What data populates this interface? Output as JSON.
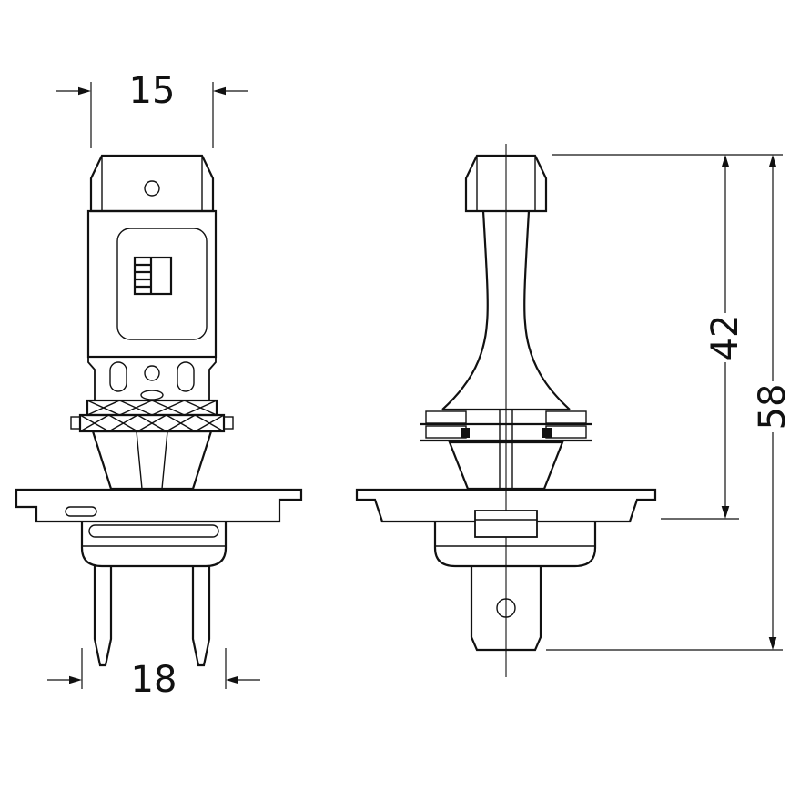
{
  "dims": {
    "cap_width": "15",
    "base_width": "18",
    "upper_height": "42",
    "total_height": "58"
  },
  "colors": {
    "line": "#111111",
    "background": "#ffffff"
  }
}
